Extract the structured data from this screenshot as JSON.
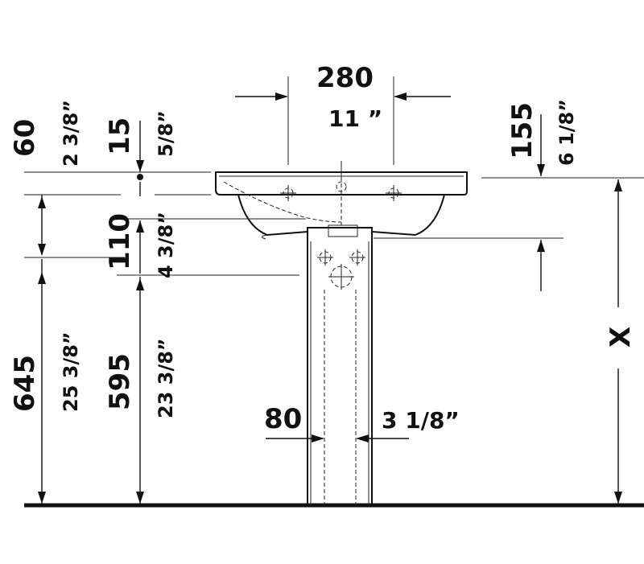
{
  "labels": {
    "top_mm": "280",
    "top_in": "11 ”",
    "left_top_mm": "60",
    "left_top_in": "2 3/8”",
    "left2_top_mm": "15",
    "left2_top_in": "5/8”",
    "right_top_mm": "155",
    "right_top_in": "6 1/8”",
    "mid_mm": "110",
    "mid_in": "4 3/8”",
    "left_bottom_mm": "645",
    "left_bottom_in": "25 3/8”",
    "left2_bottom_mm": "595",
    "left2_bottom_in": "23 3/8”",
    "pedestal_mm": "80",
    "pedestal_in": "3 1/8”",
    "height_var": "X"
  },
  "colors": {
    "line": "#111111",
    "background": "#ffffff"
  }
}
